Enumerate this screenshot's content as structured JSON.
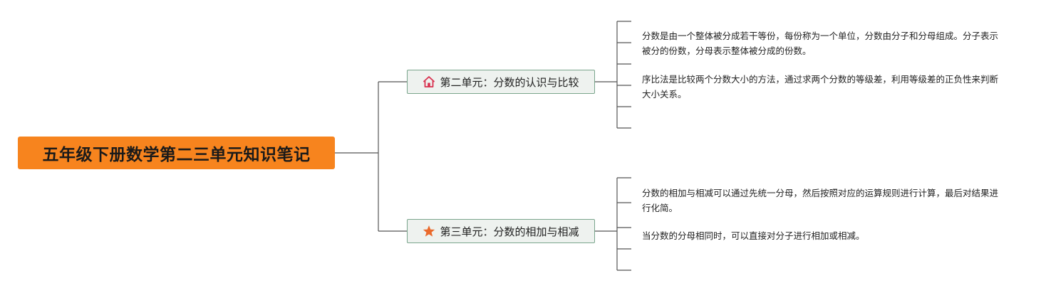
{
  "root": {
    "title": "五年级下册数学第二三单元知识笔记",
    "color": "#f7841e"
  },
  "branches": [
    {
      "icon": "home-icon",
      "icon_color": "#d8314f",
      "label": "第二单元：分数的认识与比较",
      "notes": [
        "分数是由一个整体被分成若干等份，每份称为一个单位，分数由分子和分母组成。分子表示被分的份数，分母表示整体被分成的份数。",
        "序比法是比较两个分数大小的方法，通过求两个分数的等级差，利用等级差的正负性来判断大小关系。"
      ]
    },
    {
      "icon": "star-icon",
      "icon_color": "#ea6a2c",
      "label": "第三单元：分数的相加与相减",
      "notes": [
        "分数的相加与相减可以通过先统一分母，然后按照对应的运算规则进行计算，最后对结果进行化简。",
        "当分数的分母相同时，可以直接对分子进行相加或相减。"
      ]
    }
  ]
}
